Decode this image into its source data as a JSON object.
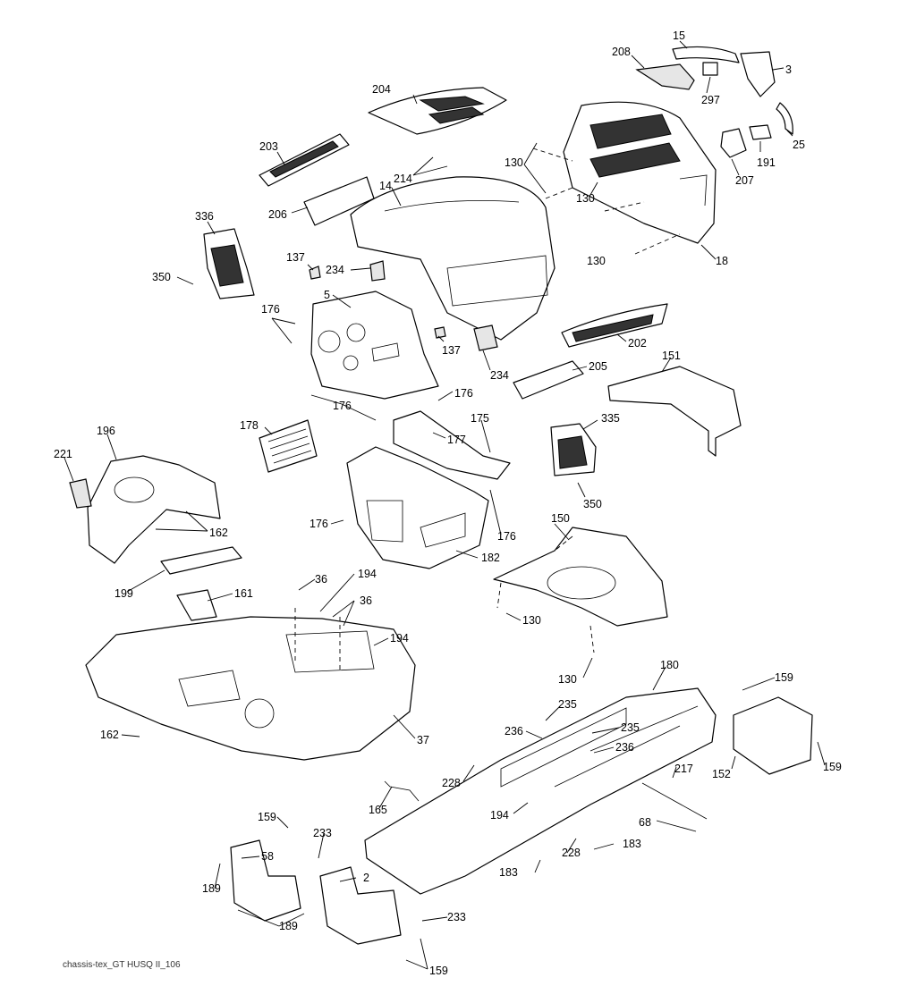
{
  "caption": "chassis-tex_GT HUSQ II_106",
  "labels": [
    "15",
    "208",
    "3",
    "297",
    "204",
    "25",
    "191",
    "130",
    "130",
    "207",
    "203",
    "214",
    "14",
    "206",
    "130",
    "18",
    "336",
    "137",
    "234",
    "350",
    "5",
    "176",
    "137",
    "202",
    "234",
    "205",
    "151",
    "176",
    "176",
    "178",
    "175",
    "177",
    "335",
    "196",
    "221",
    "162",
    "176",
    "176",
    "350",
    "182",
    "150",
    "199",
    "161",
    "36",
    "194",
    "36",
    "194",
    "130",
    "130",
    "162",
    "37",
    "180",
    "159",
    "235",
    "236",
    "235",
    "236",
    "228",
    "217",
    "152",
    "159",
    "165",
    "194",
    "68",
    "159",
    "233",
    "183",
    "58",
    "228",
    "2",
    "183",
    "189",
    "233",
    "189",
    "159"
  ]
}
